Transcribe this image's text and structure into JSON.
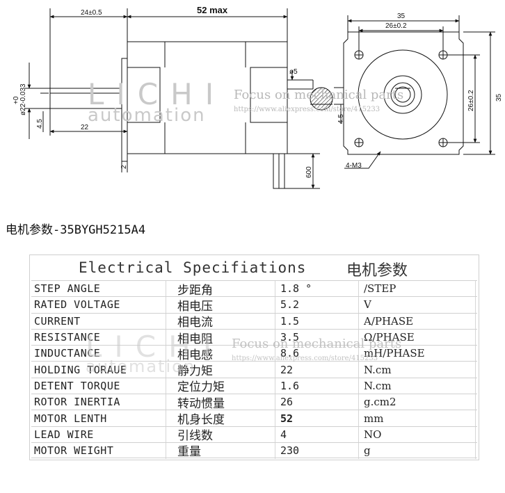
{
  "drawing": {
    "dims": {
      "shaft_front": "24±0.5",
      "body_length": "52 max",
      "shaft_dia": "ø22-0.033",
      "shaft_tol": "+0",
      "shaft_offset": "4.5",
      "shaft_length": "22",
      "flange": "2",
      "shaft_small_dia": "ø5",
      "flat_depth": "4.5",
      "lead_length": "600",
      "width": "35",
      "hole_spacing": "26±0.2",
      "hole_spacing_v": "26±0.2",
      "height": "35",
      "holes": "4-M3"
    },
    "watermark": {
      "brand_line1": "LICHI",
      "brand_line2": "automation",
      "tagline": "Focus on mechanical parts",
      "url": "https://www.aliexpress.com/store/415233"
    }
  },
  "subtitle": "电机参数-35BYGH5215A4",
  "spec": {
    "title_en": "Electrical Specifiations",
    "title_cn": "电机参数",
    "rows": [
      {
        "en": "STEP ANGLE",
        "cn": "步距角",
        "value": "1.8  °",
        "unit": "/STEP"
      },
      {
        "en": "RATED VOLTAGE",
        "cn": "相电压",
        "value": "5.2",
        "unit": "V"
      },
      {
        "en": "CURRENT",
        "cn": "相电流",
        "value": "1.5",
        "unit": "A/PHASE"
      },
      {
        "en": "RESISTANCE",
        "cn": "相电阻",
        "value": "3.5",
        "unit": "Ω/PHASE"
      },
      {
        "en": "INDUCTANCE",
        "cn": "相电感",
        "value": "8.6",
        "unit": "mH/PHASE"
      },
      {
        "en": "HOLDING TORAUE",
        "cn": "静力矩",
        "value": "22",
        "unit": "N.cm"
      },
      {
        "en": "DETENT TORQUE",
        "cn": "定位力矩",
        "value": "1.6",
        "unit": "N.cm"
      },
      {
        "en": "ROTOR INERTIA",
        "cn": "转动惯量",
        "value": "26",
        "unit": "g.cm2"
      },
      {
        "en": "MOTOR LENTH",
        "cn": "机身长度",
        "value": "52",
        "unit": "mm"
      },
      {
        "en": "LEAD WIRE",
        "cn": "引线数",
        "value": "4",
        "unit": "NO"
      },
      {
        "en": "MOTOR WEIGHT",
        "cn": "重量",
        "value": "230",
        "unit": "g"
      }
    ]
  }
}
